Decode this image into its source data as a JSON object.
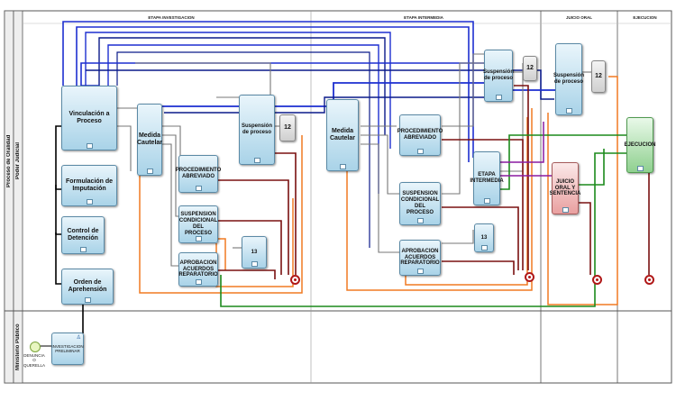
{
  "pool": {
    "label": "Poder Judicial",
    "outer_label": "Proceso de Oralidad"
  },
  "lanes": {
    "ministerio": "Ministerio Público"
  },
  "phases": {
    "investigacion": "ETAPA INVESTIGACION",
    "intermedia": "ETAPA INTERMEDIA",
    "juicio": "JUICIO ORAL",
    "ejecucion": "EJECUCION"
  },
  "tasks": {
    "vinculacion": "Vinculación a Proceso",
    "formulacion": "Formulación de Imputación",
    "control": "Control de Detención",
    "orden": "Orden de Aprehensión",
    "medida1": "Medida Cautelar",
    "proc_abreviado1": "PROCEDIMIENTO ABREVIADO",
    "suspension_cond1": "SUSPENSION CONDICIONAL DEL PROCESO",
    "aprobacion1": "APROBACION ACUERDOS REPARATORIO",
    "suspension_proc1": "Suspensión de proceso",
    "medida2": "Medida Cautelar",
    "proc_abreviado2": "PROCEDIMIENTO ABREVIADO",
    "suspension_cond2": "SUSPENSION CONDICIONAL DEL PROCESO",
    "aprobacion2": "APROBACION ACUERDOS REPARATORIO",
    "suspension_proc2": "Suspensión de proceso",
    "etapa_intermedia": "ETAPA INTERMEDIA",
    "suspension_proc3": "Suspensión de proceso",
    "juicio": "JUICIO ORAL Y SENTENCIA",
    "ejecucion": "EJECUCION",
    "investigacion_prelim": "INVESTIGACION PRELIMINAR"
  },
  "counters": {
    "c1": "12",
    "c2": "13",
    "c3": "12",
    "c4": "13",
    "c5": "12"
  },
  "start_event": "DENUNCIA O QUERELLA",
  "colors": {
    "blue": "#1d2fd0",
    "navy": "#0a1a8a",
    "orange": "#f07a22",
    "darkred": "#7a1010",
    "green": "#1c8a1c",
    "purple": "#8a1aa0",
    "grey": "#777777"
  }
}
